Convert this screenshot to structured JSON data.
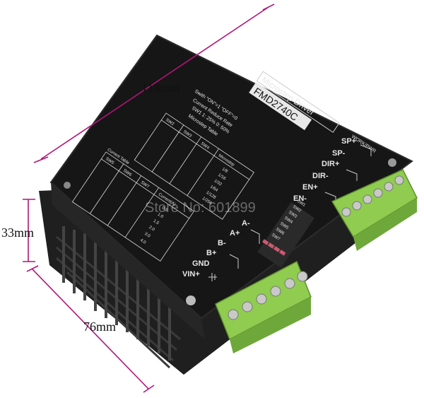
{
  "dimensions": {
    "length_label": "118mm",
    "height_label": "33mm",
    "width_label": "76mm"
  },
  "colors": {
    "dimension_line": "#b0157a",
    "body": "#1b1b1b",
    "top_panel": "#151515",
    "terminal_green": "#8fcc4f"
  },
  "panel": {
    "title": "Microstep Driver",
    "model": "FMD2740C",
    "switch_note": "Swith \"ON\"=1 \"OFF\"=0",
    "reduce_label": "Current Reduce Rate",
    "reduce_values": "SW1   1: 25%   0: 50%",
    "microstep_table_label": "Microstep Table",
    "microstep_headers": [
      "SW2",
      "SW3",
      "SW4",
      "Microstep"
    ],
    "microstep_values": [
      "1/8",
      "1/16",
      "1/32",
      "1/64",
      "1/128",
      "1/256"
    ],
    "current_table_label": "Current Table",
    "current_headers": [
      "SW5",
      "SW6",
      "SW7",
      "Current(A)"
    ],
    "current_values": [
      "0.5",
      "1.0",
      "1.5",
      "2.0",
      "3.0",
      "4.0"
    ],
    "work_label": "WORK/PWR",
    "signal_pins": [
      "SP+",
      "SP-",
      "DIR+",
      "DIR-",
      "EN+",
      "EN-"
    ],
    "power_pins": [
      "A-",
      "A+",
      "B-",
      "B+",
      "GND",
      "VIN+"
    ],
    "dip_labels": [
      "SW1",
      "SW2",
      "SW3",
      "SW4",
      "SW5",
      "SW6",
      "SW7"
    ]
  },
  "watermark": "Store No: 601899"
}
